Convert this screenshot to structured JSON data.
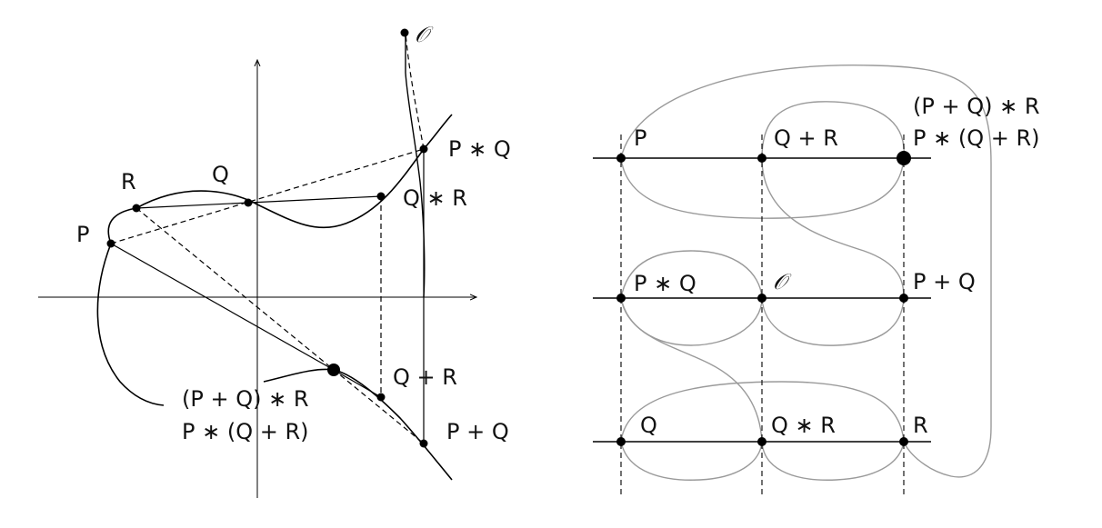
{
  "left_diagram": {
    "labels": {
      "origin": "𝒪",
      "p": "P",
      "q": "Q",
      "r": "R",
      "p_star_q": "P ∗ Q",
      "q_star_r": "Q ∗ R",
      "q_plus_r": "Q + R",
      "p_plus_q": "P + Q",
      "pq_star_r": "(P + Q) ∗ R",
      "p_star_qr": "P ∗ (Q + R)"
    }
  },
  "right_diagram": {
    "labels": {
      "p": "P",
      "q_plus_r": "Q + R",
      "pq_star_r": "(P + Q) ∗ R",
      "p_star_qr": "P ∗ (Q + R)",
      "p_star_q": "P ∗ Q",
      "origin": "𝒪",
      "p_plus_q": "P + Q",
      "q": "Q",
      "q_star_r": "Q ∗ R",
      "r": "R"
    }
  },
  "colors": {
    "ink": "#000000",
    "grey_curve": "#9a9a9a",
    "text": "#111111"
  }
}
